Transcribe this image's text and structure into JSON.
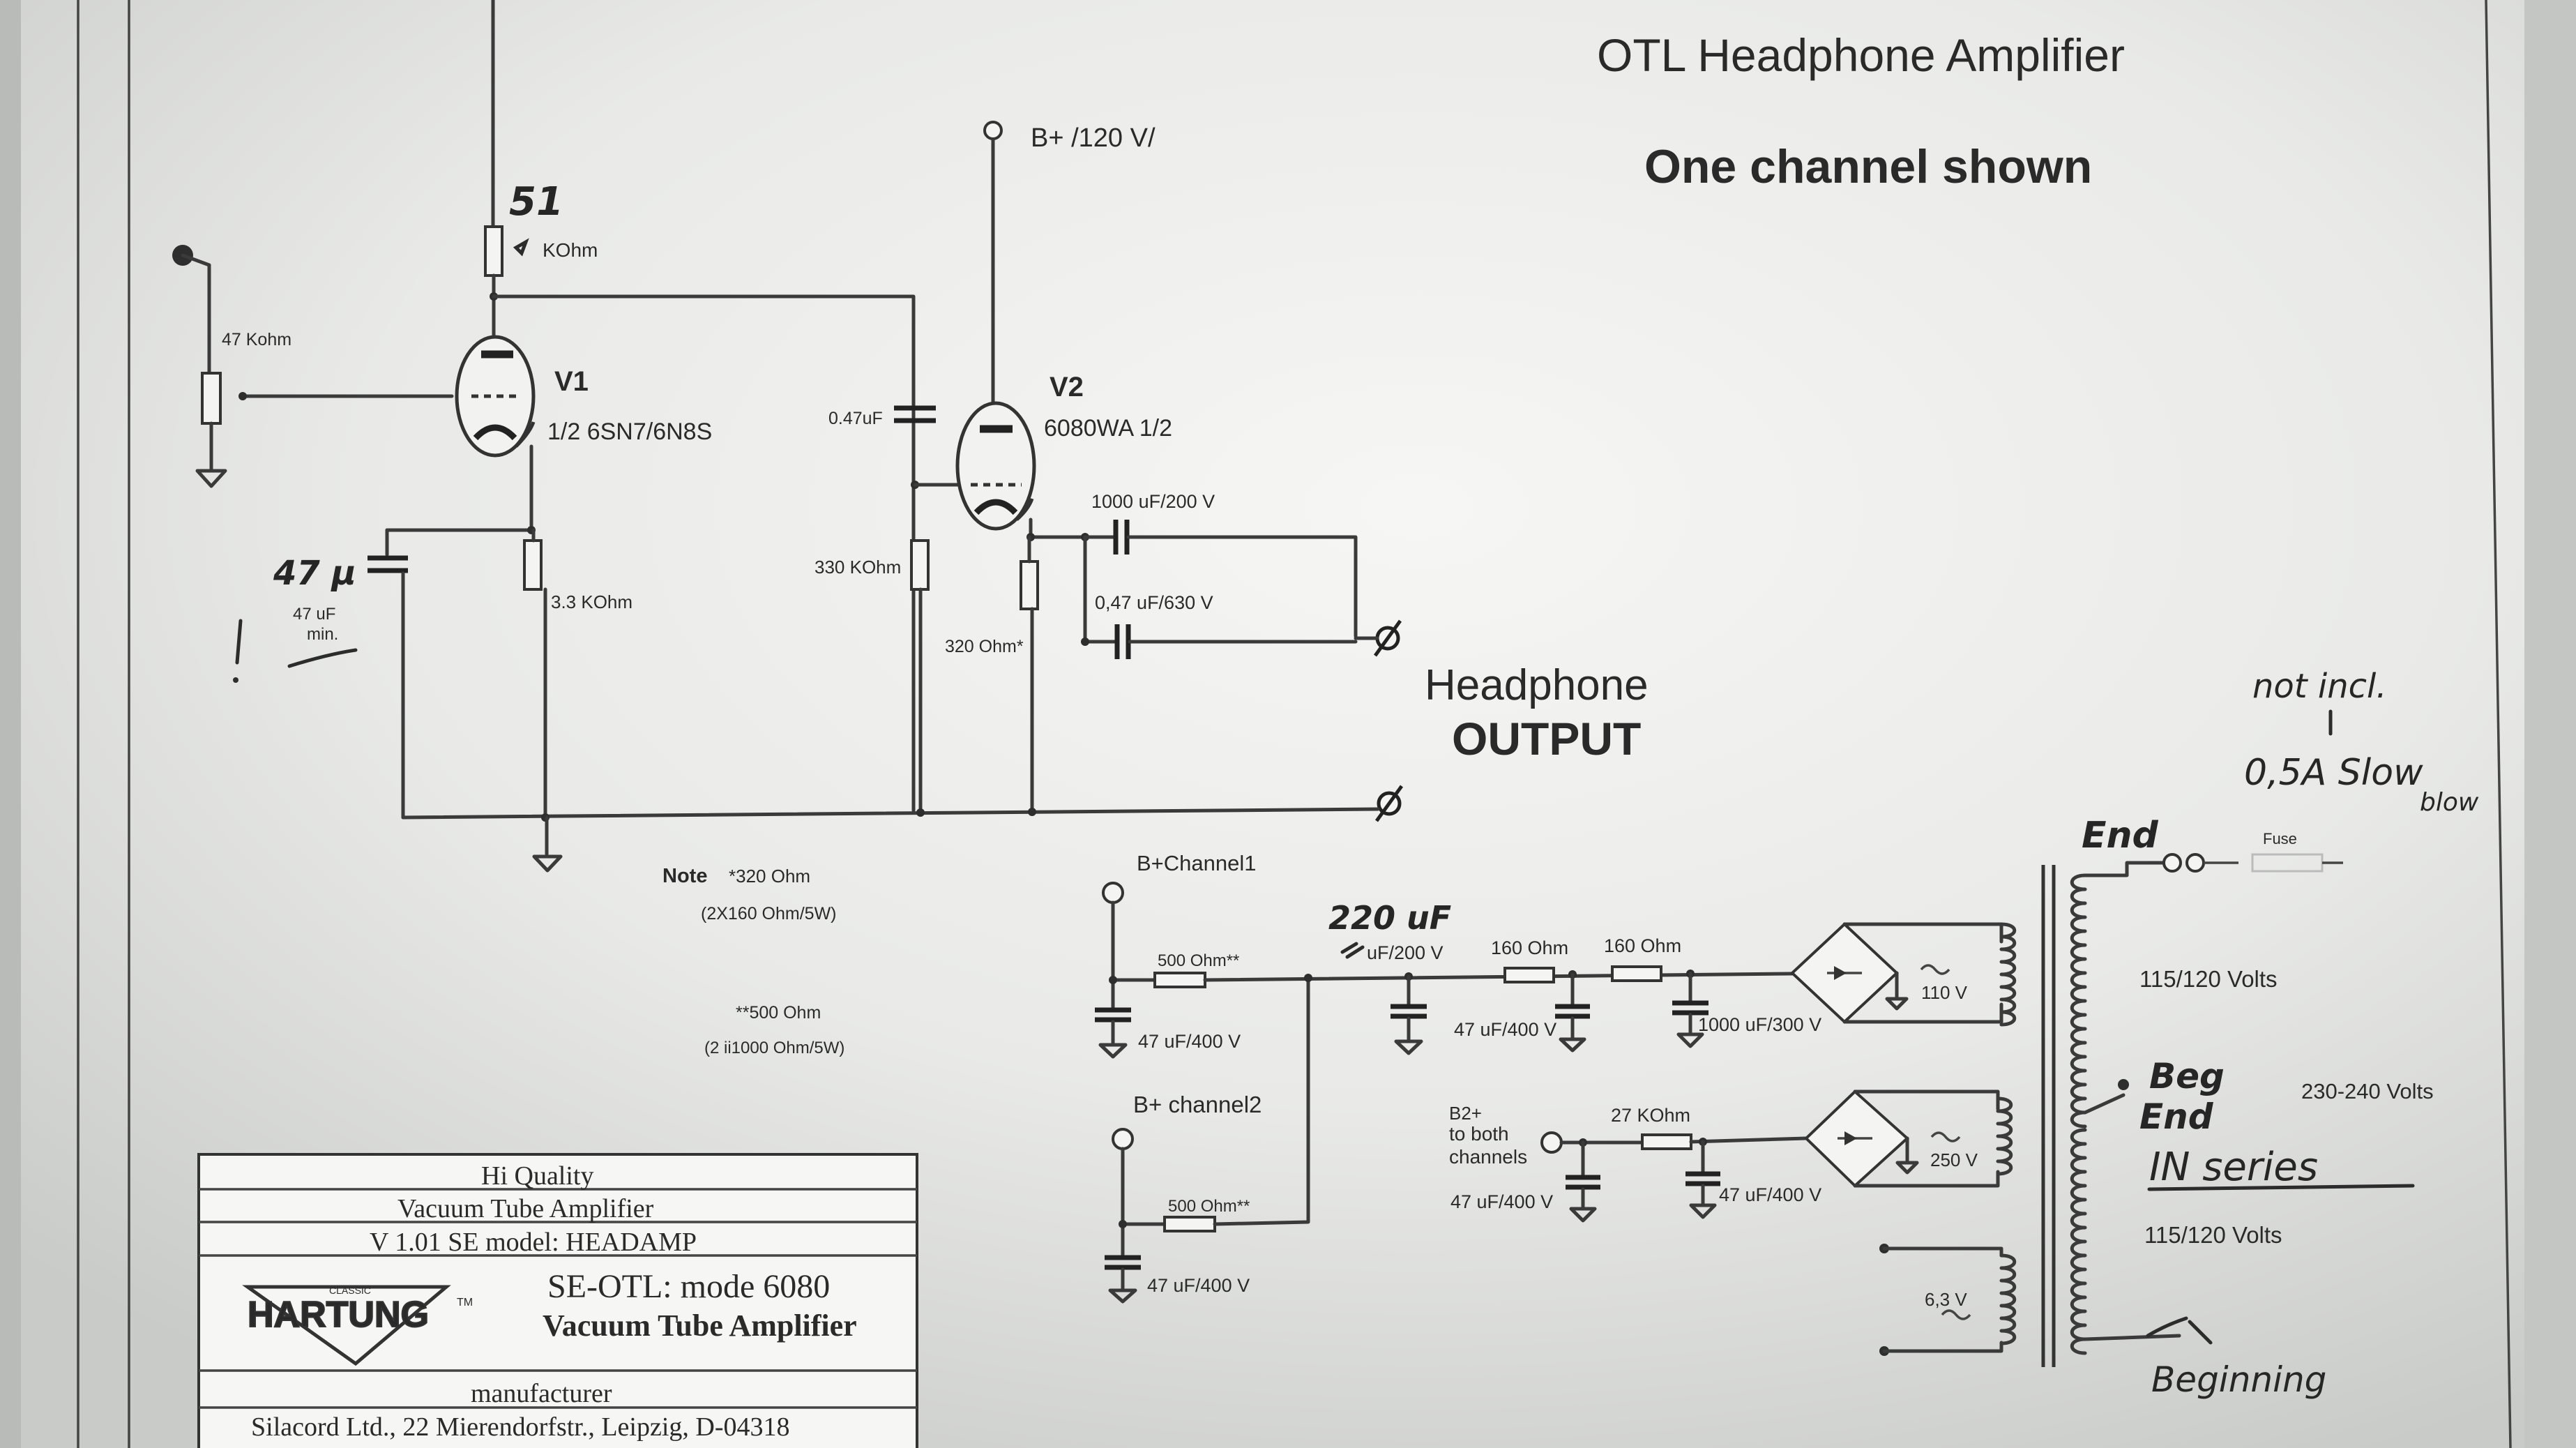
{
  "title": "OTL Headphone Amplifier",
  "subtitle": "One channel shown",
  "supply_top": "B+ /120 V/",
  "v1": {
    "label": "V1",
    "type": "1/2  6SN7/6N8S"
  },
  "v2": {
    "label": "V2",
    "type": "6080WA  1/2"
  },
  "r_plate": {
    "value": "KOhm",
    "handwritten": "51"
  },
  "r_pot": "47 Kohm",
  "r_cathode1": "3.3 KOhm",
  "c_cathode1": {
    "value": "47 uF",
    "note": "min.",
    "handwritten": "47 μ"
  },
  "c_coupling": "0.47uF",
  "r_grid2": "330 KOhm",
  "r_cathode2": "320 Ohm*",
  "c_out1": "1000  uF/200  V",
  "c_out2": "0,47  uF/630  V",
  "output": {
    "line1": "Headphone",
    "line2": "OUTPUT"
  },
  "note": {
    "label": "Note",
    "line1": "*320 Ohm",
    "line2": "(2X160 Ohm/5W)",
    "line3": "**500 Ohm",
    "line4": "(2 ii1000 Ohm/5W)"
  },
  "psu": {
    "ch1": "B+Channel1",
    "ch2": "B+  channel2",
    "r500a": "500 Ohm**",
    "r500b": "500 Ohm**",
    "c47a": "47  uF/400  V",
    "c47b": "47  uF/400  V",
    "c220": "uF/200  V",
    "c220_hand": "220 uF",
    "r160a": "160 Ohm",
    "r160b": "160 Ohm",
    "c47c": "47  uF/400  V",
    "c1000": "1000  uF/300  V",
    "v110": "110  V",
    "b2": "B2+",
    "b2_line2": "to both",
    "b2_line3": "channels",
    "r27k": "27 KOhm",
    "c47d": "47  uF/400  V",
    "c47e": "47  uF/400  V",
    "v250": "250  V",
    "v63": "6,3  V",
    "primary1": "115/120  Volts",
    "primary2": "115/120  Volts",
    "primary_alt": "230-240  Volts",
    "fuse": "Fuse"
  },
  "handwritten": {
    "not_incl": "not incl.",
    "fuse_rating": "0,5A Slow",
    "blow": "blow",
    "end1": "End",
    "beg": "Beg",
    "end2": "End",
    "in_series": "IN series",
    "beginning": "Beginning"
  },
  "title_block": {
    "line1": "Hi Quality",
    "line2": "Vacuum Tube Amplifier",
    "line3": "V 1.01 SE model: HEADAMP",
    "logo": "HARTUNG",
    "logo_small": "CLASSIC",
    "logo_tm": "TM",
    "model": "SE-OTL: mode 6080",
    "model2": "Vacuum  Tube  Amplifier",
    "manufacturer_label": "manufacturer",
    "manufacturer": "Silacord Ltd., 22 Mierendorfstr., Leipzig, D-04318"
  }
}
